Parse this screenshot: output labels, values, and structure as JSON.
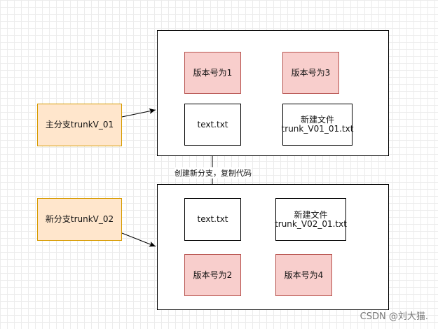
{
  "branches": {
    "main": "主分支trunkV_01",
    "new": "新分支trunkV_02"
  },
  "top_container": {
    "version1": "版本号为1",
    "version3": "版本号为3",
    "file": "text.txt",
    "new_file_title": "新建文件",
    "new_file_name": "trunk_V01_01.txt"
  },
  "bottom_container": {
    "file": "text.txt",
    "new_file_title": "新建文件",
    "new_file_name": "trunk_V02_01.txt",
    "version2": "版本号为2",
    "version4": "版本号为4"
  },
  "edge_label": "创建新分支，复制代码",
  "watermark": "CSDN @刘大猫.",
  "colors": {
    "branch_fill": "#ffe6cc",
    "branch_stroke": "#d79b00",
    "version_fill": "#f8cecc",
    "version_stroke": "#b85450"
  }
}
